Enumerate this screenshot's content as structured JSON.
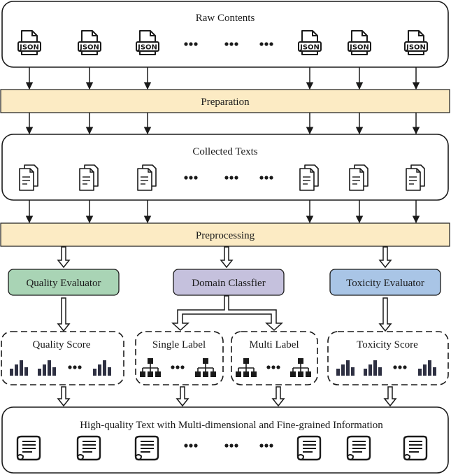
{
  "labels": {
    "raw_contents": "Raw Contents",
    "preparation": "Preparation",
    "collected_texts": "Collected Texts",
    "preprocessing": "Preprocessing",
    "quality_evaluator": "Quality Evaluator",
    "domain_classifier": "Domain Classfier",
    "toxicity_evaluator": "Toxicity Evaluator",
    "quality_score": "Quality Score",
    "single_label": "Single Label",
    "multi_label": "Multi Label",
    "toxicity_score": "Toxicity Score",
    "output": "High-quality Text with Multi-dimensional and Fine-grained Information",
    "json": "JSON"
  },
  "colors": {
    "band": "#fcebc4",
    "quality": "#a9d4b5",
    "domain": "#c5c1dd",
    "toxicity": "#a9c5e6",
    "ink": "#1a1a1a",
    "bar": "#2e3042"
  },
  "icons": {
    "raw": "json-file-icon",
    "collected": "document-stack-icon",
    "score": "bar-chart-icon",
    "label": "hierarchy-icon",
    "output": "scroll-document-icon",
    "ellipsis": "ellipsis-icon"
  }
}
